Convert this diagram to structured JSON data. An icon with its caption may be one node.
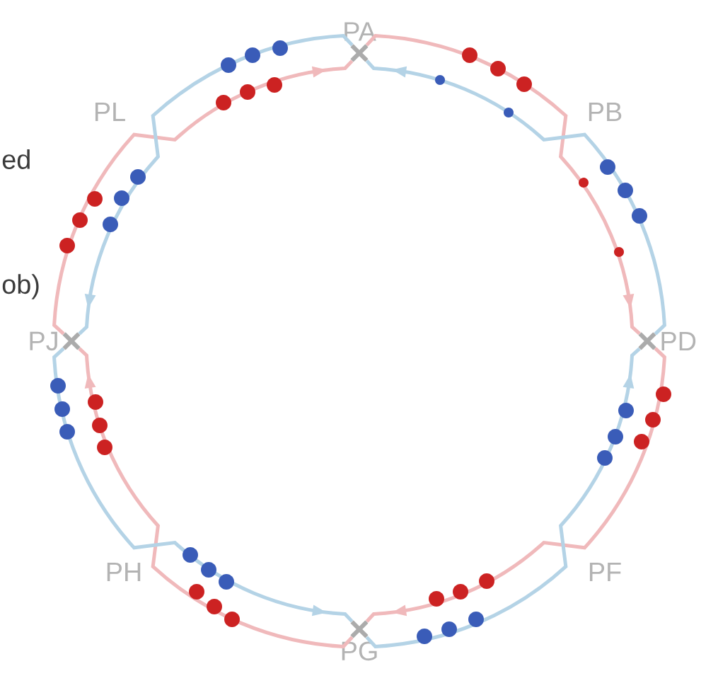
{
  "diagram": {
    "nodes": [
      {
        "text": [
          "PA"
        ]
      },
      {
        "text": [
          "PD"
        ]
      },
      {
        "text": [
          "PG"
        ]
      },
      {
        "text": [
          "PJ"
        ]
      }
    ],
    "edges": [
      {
        "from": 0,
        "to": 1,
        "arrow": "to",
        "color": "#f0b9bb"
      },
      {
        "from": 1,
        "to": 2,
        "arrow": "to",
        "color": "#f0b9bb"
      },
      {
        "from": 2,
        "to": 3,
        "arrow": "to",
        "color": "#f0b9bb"
      },
      {
        "from": 3,
        "to": 0,
        "arrow": "to",
        "color": "#f0b9bb"
      },
      {
        "from": 1,
        "to": 0,
        "arrow": "to",
        "color": "#b4d3e6"
      },
      {
        "from": 0,
        "to": 3,
        "arrow": "to",
        "color": "#b4d3e6"
      },
      {
        "from": 3,
        "to": 2,
        "arrow": "to",
        "color": "#b4d3e6"
      },
      {
        "from": 2,
        "to": 1,
        "arrow": "to",
        "color": "#b4d3e6"
      }
    ],
    "labels": [
      "PL",
      "PB",
      "ed",
      "ob)",
      "PH",
      "PF"
    ]
  }
}
